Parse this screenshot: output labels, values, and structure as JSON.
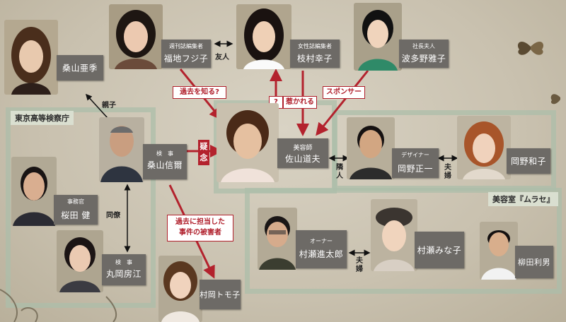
{
  "groups": {
    "police": "東京高等検察庁",
    "salon": "美容室『ムラセ』"
  },
  "people": {
    "kuwayama_aki": {
      "role": "",
      "name": "桑山亜季"
    },
    "fukuchi": {
      "role": "週刊誌編集者",
      "name": "福地フジ子"
    },
    "edamura": {
      "role": "女性誌編集者",
      "name": "枝村幸子"
    },
    "hatano": {
      "role": "社長夫人",
      "name": "波多野雅子"
    },
    "kuwayama_shinji": {
      "role": "検　事",
      "name": "桑山信爾"
    },
    "sakuta": {
      "role": "事務官",
      "name": "桜田 健"
    },
    "maruoka": {
      "role": "検　事",
      "name": "丸岡房江"
    },
    "sayama": {
      "role": "美容師",
      "name": "佐山道夫"
    },
    "okano_shoichi": {
      "role": "デザイナー",
      "name": "岡野正一"
    },
    "okano_kazuko": {
      "role": "",
      "name": "岡野和子"
    },
    "murase_shintaro": {
      "role": "オーナー",
      "name": "村瀬進太郎"
    },
    "murase_minako": {
      "role": "",
      "name": "村瀬みな子"
    },
    "yanagida": {
      "role": "",
      "name": "柳田利男"
    },
    "muraoka": {
      "role": "",
      "name": "村岡トモ子"
    }
  },
  "relations": {
    "friend": "友人",
    "parent_child": "親子",
    "colleague": "同僚",
    "neighbor": "隣人",
    "couple1": "夫婦",
    "couple2": "夫婦"
  },
  "labels": {
    "knows_past": "過去を知る?",
    "question": "?",
    "attracted": "惹かれる",
    "sponsor": "スポンサー",
    "suspicion": "疑念",
    "victim_line1": "過去に担当した",
    "victim_line2": "事件の被害者"
  },
  "colors": {
    "accent": "#b3222d",
    "name_box": "#6d6a66",
    "group_frame": "#acbeaa"
  }
}
